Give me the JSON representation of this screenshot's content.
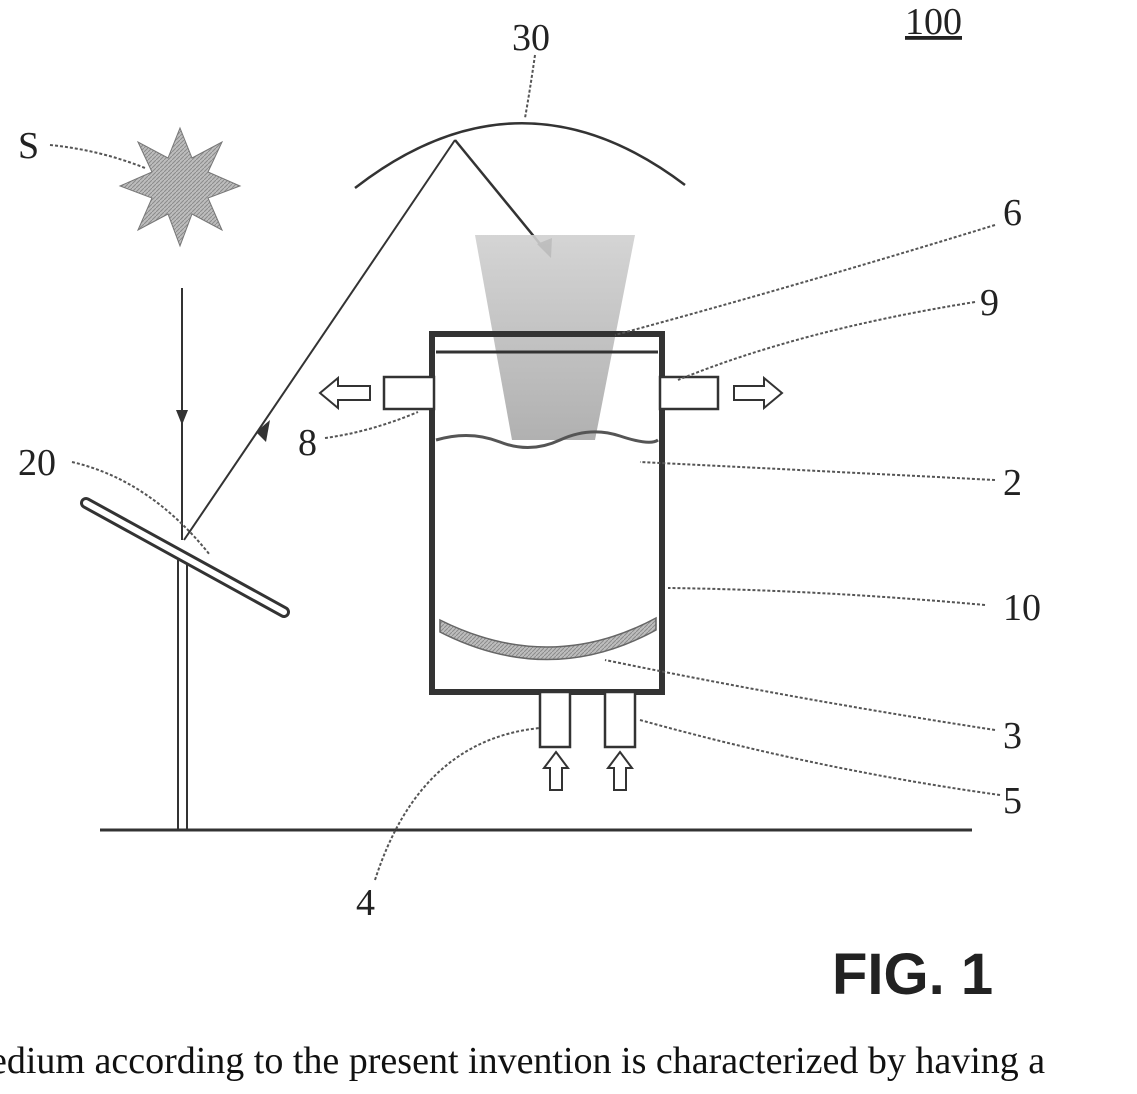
{
  "figure": {
    "ref_number": "100",
    "fig_label": "FIG. 1",
    "labels": {
      "sun": "S",
      "mirror": "20",
      "concentrator": "30",
      "window": "6",
      "outlet_right": "9",
      "outlet_left": "8",
      "medium": "2",
      "vessel": "10",
      "layer": "3",
      "inlet_left": "4",
      "inlet_right": "5"
    }
  },
  "caption": {
    "text": "edium according to the present invention is characterized by having a"
  }
}
